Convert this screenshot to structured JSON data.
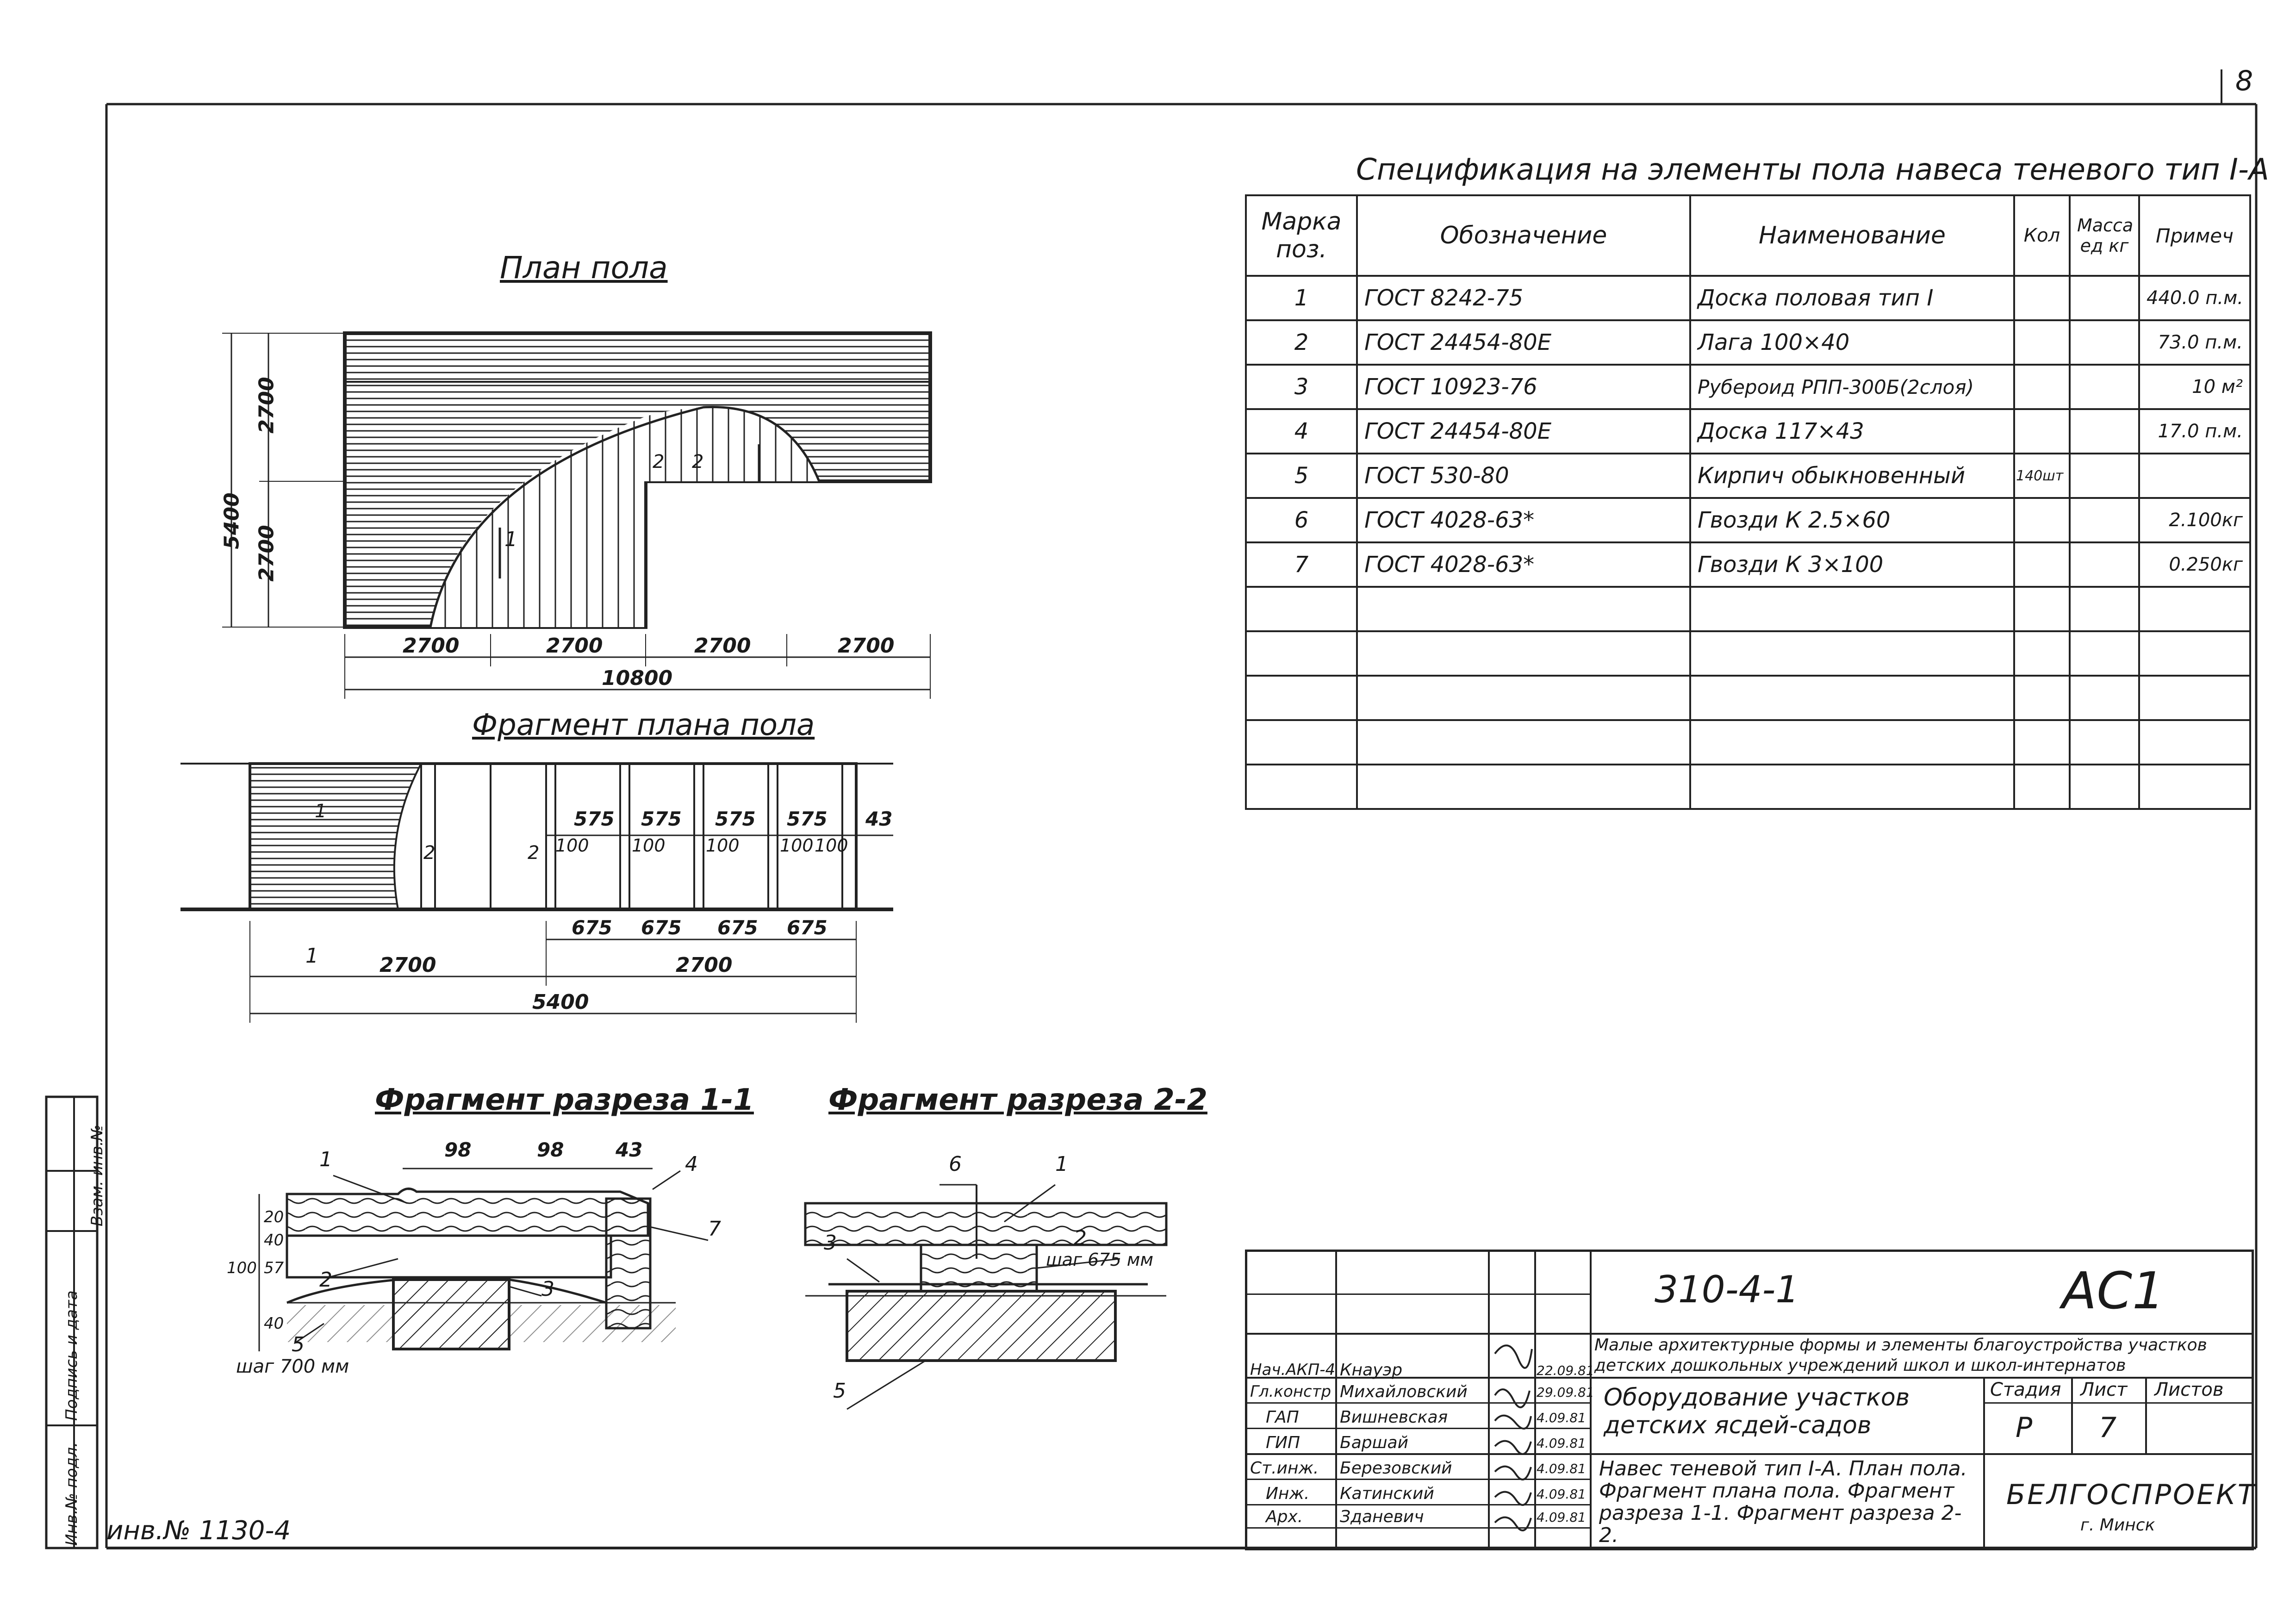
{
  "sheet_number": "8",
  "inventory": "инв.№ 1130-4",
  "side_labels": [
    "Инв.№ подл.",
    "Подпись и дата",
    "Взам. инв.№"
  ],
  "views": {
    "plan_title": "План пола",
    "fragment_plan_title": "Фрагмент плана пола",
    "section11_title": "Фрагмент разреза 1-1",
    "section22_title": "Фрагмент разреза 2-2",
    "plan_dims": {
      "horizontal": [
        "2700",
        "2700",
        "2700",
        "2700"
      ],
      "total": "10800",
      "left_total": "5400",
      "left_parts": [
        "2700",
        "2700"
      ],
      "markers": [
        "1",
        "2",
        "2"
      ]
    },
    "fragment_dims": {
      "top": [
        "575",
        "575",
        "575",
        "575"
      ],
      "top_sub": [
        "100",
        "100",
        "100",
        "100",
        "100"
      ],
      "edge": "43",
      "bottom": [
        "675",
        "675",
        "675",
        "675"
      ],
      "halves": [
        "2700",
        "2700"
      ],
      "total": "5400",
      "markers": [
        "1",
        "2",
        "2",
        "1"
      ]
    },
    "section11": {
      "dims_top": [
        "98",
        "98",
        "43"
      ],
      "dims_left": [
        "20",
        "40",
        "57",
        "100",
        "40"
      ],
      "leaders": [
        "1",
        "2",
        "3",
        "4",
        "5",
        "7"
      ],
      "step": "шаг 700 мм"
    },
    "section22": {
      "leaders": [
        "6",
        "1",
        "3",
        "2",
        "5"
      ],
      "step": "шаг 675 мм"
    }
  },
  "spec": {
    "title": "Спецификация на элементы пола навеса теневого тип I-A",
    "headers": [
      "Марка поз.",
      "Обозначение",
      "Наименование",
      "Кол",
      "Масса ед кг",
      "Примеч"
    ],
    "rows": [
      {
        "pos": "1",
        "code": "ГОСТ 8242-75",
        "name": "Доска половая тип I",
        "qty": "",
        "mass": "",
        "note": "440.0 п.м."
      },
      {
        "pos": "2",
        "code": "ГОСТ 24454-80Е",
        "name": "Лага 100×40",
        "qty": "",
        "mass": "",
        "note": "73.0 п.м."
      },
      {
        "pos": "3",
        "code": "ГОСТ 10923-76",
        "name": "Рубероид РПП-300Б(2слоя)",
        "qty": "",
        "mass": "",
        "note": "10 м²"
      },
      {
        "pos": "4",
        "code": "ГОСТ 24454-80Е",
        "name": "Доска 117×43",
        "qty": "",
        "mass": "",
        "note": "17.0 п.м."
      },
      {
        "pos": "5",
        "code": "ГОСТ 530-80",
        "name": "Кирпич обыкновенный",
        "qty": "140шт",
        "mass": "",
        "note": ""
      },
      {
        "pos": "6",
        "code": "ГОСТ 4028-63*",
        "name": "Гвозди К 2.5×60",
        "qty": "",
        "mass": "",
        "note": "2.100кг"
      },
      {
        "pos": "7",
        "code": "ГОСТ 4028-63*",
        "name": "Гвозди К 3×100",
        "qty": "",
        "mass": "",
        "note": "0.250кг"
      }
    ],
    "empty_rows": 5
  },
  "stamp": {
    "code": "310-4-1",
    "mark": "АС1",
    "project": "Малые архитектурные формы и элементы благоустройства участков детских дошкольных учреждений школ и школ-интернатов",
    "section": "Оборудование участков детских ясдей-садов",
    "drawing": "Навес теневой тип I-A. План пола. Фрагмент плана пола. Фрагмент разреза 1-1. Фрагмент разреза 2-2.",
    "stage_label": "Стадия",
    "sheet_label": "Лист",
    "sheets_label": "Листов",
    "stage": "Р",
    "sheet": "7",
    "org": "БЕЛГОСПРОЕКТ",
    "city": "г. Минск",
    "people": [
      {
        "role": "Нач.АКП-4",
        "name": "Кнауэр",
        "date": "22.09.81"
      },
      {
        "role": "Гл.констр",
        "name": "Михайловский",
        "date": "29.09.81"
      },
      {
        "role": "ГАП",
        "name": "Вишневская",
        "date": "4.09.81"
      },
      {
        "role": "ГИП",
        "name": "Баршай",
        "date": "4.09.81"
      },
      {
        "role": "Ст.инж.",
        "name": "Березовский",
        "date": "4.09.81"
      },
      {
        "role": "Инж.",
        "name": "Катинский",
        "date": "4.09.81"
      },
      {
        "role": "Арх.",
        "name": "Зданевич",
        "date": "4.09.81"
      }
    ]
  }
}
